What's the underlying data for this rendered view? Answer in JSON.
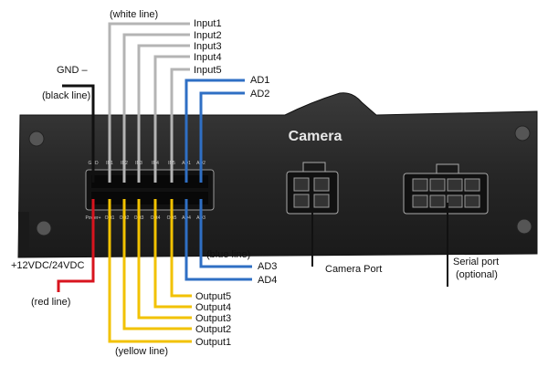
{
  "device": {
    "title": "Camera",
    "pin_labels_top": [
      "GND",
      "IN1",
      "IN2",
      "IN3",
      "IN4",
      "IN5",
      "AD1",
      "AD2"
    ],
    "pin_labels_bottom": [
      "Power+",
      "Out1",
      "Out2",
      "Out3",
      "Out4",
      "Out5",
      "AD4",
      "AD3"
    ]
  },
  "labels": {
    "white_line": "(white line)",
    "gnd": "GND –",
    "black_line": "(black line)",
    "inputs": [
      "Input1",
      "Input2",
      "Input3",
      "Input4",
      "Input5"
    ],
    "ad_top": [
      "AD1",
      "AD2"
    ],
    "power": "+12VDC/24VDC",
    "red_line": "(red line)",
    "blue_line": "(blue line)",
    "ad_bottom": [
      "AD3",
      "AD4"
    ],
    "outputs": [
      "Output5",
      "Output4",
      "Output3",
      "Output2",
      "Output1"
    ],
    "yellow_line": "(yellow line)",
    "camera_port": "Camera Port",
    "serial_port": "Serial port",
    "serial_optional": "(optional)"
  },
  "colors": {
    "white_wire": "#b4b4b4",
    "black_wire": "#111111",
    "red_wire": "#d8141e",
    "blue_wire": "#2f6fc4",
    "yellow_wire": "#f2c200",
    "device_body": "#2a2a2a"
  }
}
